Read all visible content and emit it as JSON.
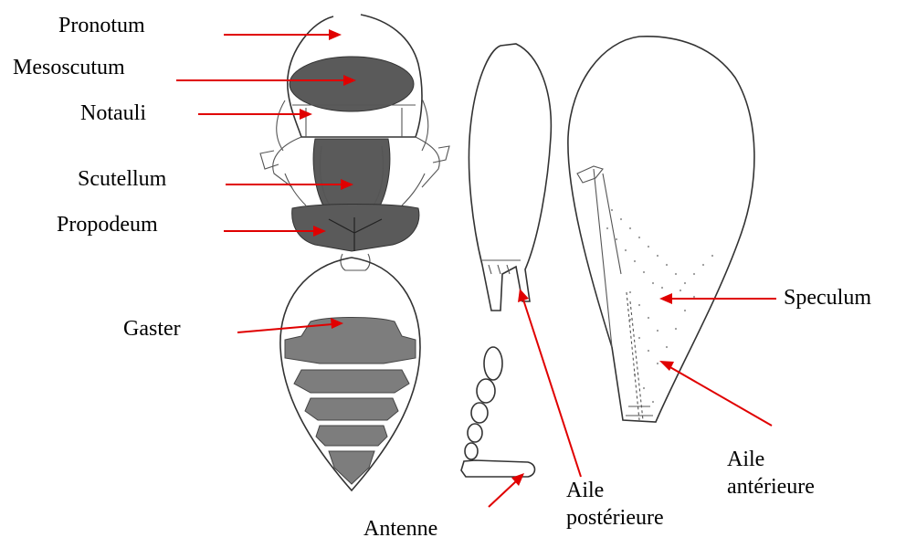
{
  "labels": {
    "pronotum": "Pronotum",
    "mesoscutum": "Mesoscutum",
    "notauli": "Notauli",
    "scutellum": "Scutellum",
    "propodeum": "Propodeum",
    "gaster": "Gaster",
    "speculum": "Speculum",
    "aile_anterieure": "Aile antérieure",
    "aile_posterieure": "Aile postérieure",
    "antenne": "Antenne"
  },
  "colors": {
    "arrow": "#e00000",
    "drawing": "#333333",
    "sclerite_fill": "#5a5a5a"
  }
}
